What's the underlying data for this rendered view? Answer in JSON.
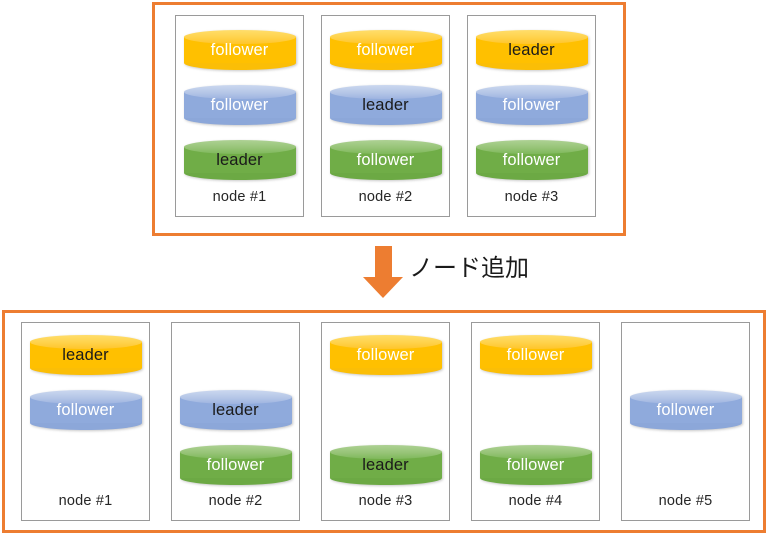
{
  "diagram": {
    "title": "node addition cluster rebalance",
    "colors": {
      "frame_orange": "#ED7D31",
      "node_border": "#9A9A9A",
      "shard_yellow": "#FFC000",
      "shard_blue": "#8FAADC",
      "shard_green": "#70AD47",
      "text_dark": "#1A1A1A",
      "text_light": "#FFFFFF",
      "background": "#FFFFFF"
    }
  },
  "transition": {
    "label": "ノード追加",
    "arrow_icon": "arrow-down-icon",
    "direction": "down"
  },
  "before": {
    "name": "before-cluster",
    "node_count": 3,
    "nodes": [
      {
        "label": "node #1",
        "slots": [
          {
            "shard": "yellow",
            "role": "follower",
            "role_style": "light"
          },
          {
            "shard": "blue",
            "role": "follower",
            "role_style": "light"
          },
          {
            "shard": "green",
            "role": "leader",
            "role_style": "dark"
          }
        ]
      },
      {
        "label": "node #2",
        "slots": [
          {
            "shard": "yellow",
            "role": "follower",
            "role_style": "light"
          },
          {
            "shard": "blue",
            "role": "leader",
            "role_style": "dark"
          },
          {
            "shard": "green",
            "role": "follower",
            "role_style": "light"
          }
        ]
      },
      {
        "label": "node #3",
        "slots": [
          {
            "shard": "yellow",
            "role": "leader",
            "role_style": "dark"
          },
          {
            "shard": "blue",
            "role": "follower",
            "role_style": "light"
          },
          {
            "shard": "green",
            "role": "follower",
            "role_style": "light"
          }
        ]
      }
    ]
  },
  "after": {
    "name": "after-cluster",
    "node_count": 5,
    "nodes": [
      {
        "label": "node #1",
        "slots": [
          {
            "shard": "yellow",
            "role": "leader",
            "role_style": "dark"
          },
          {
            "shard": "blue",
            "role": "follower",
            "role_style": "light"
          },
          {
            "shard": "empty",
            "role": "",
            "role_style": ""
          }
        ]
      },
      {
        "label": "node #2",
        "slots": [
          {
            "shard": "empty",
            "role": "",
            "role_style": ""
          },
          {
            "shard": "blue",
            "role": "leader",
            "role_style": "dark"
          },
          {
            "shard": "green",
            "role": "follower",
            "role_style": "light"
          }
        ]
      },
      {
        "label": "node #3",
        "slots": [
          {
            "shard": "yellow",
            "role": "follower",
            "role_style": "light"
          },
          {
            "shard": "empty",
            "role": "",
            "role_style": ""
          },
          {
            "shard": "green",
            "role": "leader",
            "role_style": "dark"
          }
        ]
      },
      {
        "label": "node #4",
        "slots": [
          {
            "shard": "yellow",
            "role": "follower",
            "role_style": "light"
          },
          {
            "shard": "empty",
            "role": "",
            "role_style": ""
          },
          {
            "shard": "green",
            "role": "follower",
            "role_style": "light"
          }
        ]
      },
      {
        "label": "node #5",
        "slots": [
          {
            "shard": "empty",
            "role": "",
            "role_style": ""
          },
          {
            "shard": "blue",
            "role": "follower",
            "role_style": "light"
          },
          {
            "shard": "empty",
            "role": "",
            "role_style": ""
          }
        ]
      }
    ]
  }
}
